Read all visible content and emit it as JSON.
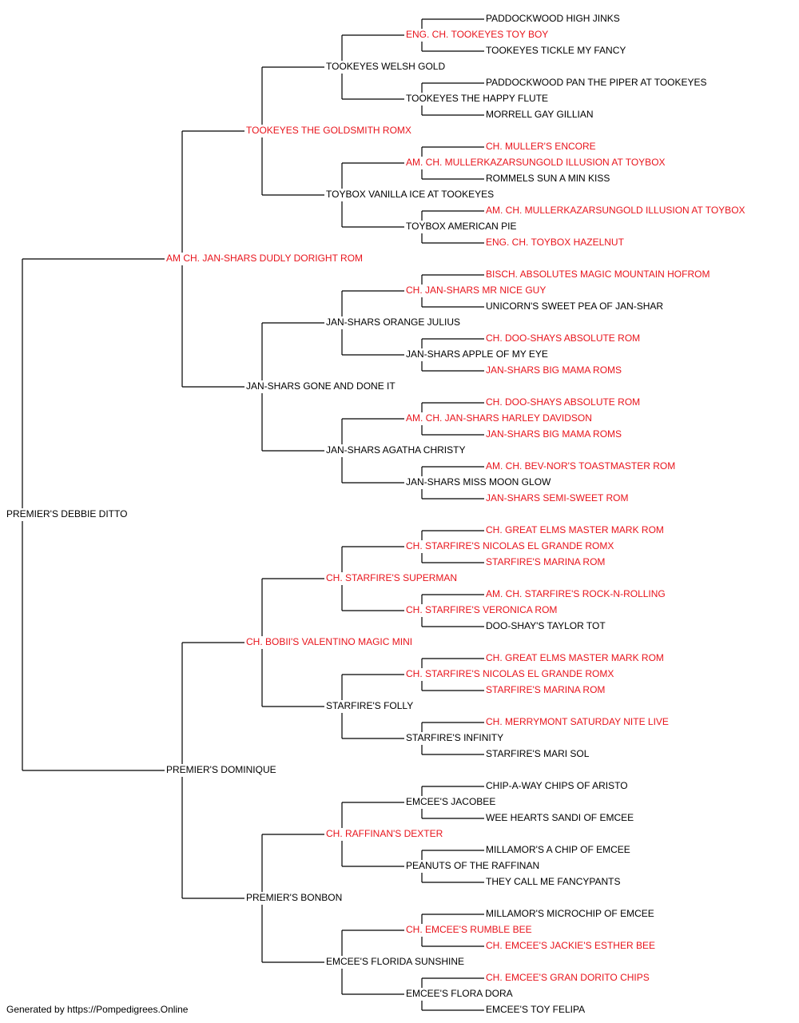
{
  "colors": {
    "champion": "#e8141c",
    "regular": "#000000",
    "line": "#000000"
  },
  "pedigree": {
    "name": "PREMIER'S DEBBIE DITTO",
    "champion": false,
    "sire": {
      "name": "AM CH. JAN-SHARS DUDLY DORIGHT ROM",
      "champion": true,
      "sire": {
        "name": "TOOKEYES THE GOLDSMITH ROMX",
        "champion": true,
        "sire": {
          "name": "TOOKEYES WELSH GOLD",
          "champion": false,
          "sire": {
            "name": "ENG. CH. TOOKEYES TOY BOY",
            "champion": true,
            "sire": {
              "name": "PADDOCKWOOD HIGH JINKS",
              "champion": false
            },
            "dam": {
              "name": "TOOKEYES TICKLE MY FANCY",
              "champion": false
            }
          },
          "dam": {
            "name": "TOOKEYES THE HAPPY FLUTE",
            "champion": false,
            "sire": {
              "name": "PADDOCKWOOD PAN THE PIPER AT TOOKEYES",
              "champion": false
            },
            "dam": {
              "name": "MORRELL GAY GILLIAN",
              "champion": false
            }
          }
        },
        "dam": {
          "name": "TOYBOX VANILLA ICE AT TOOKEYES",
          "champion": false,
          "sire": {
            "name": "AM. CH. MULLERKAZARSUNGOLD ILLUSION AT TOYBOX",
            "champion": true,
            "sire": {
              "name": "CH. MULLER'S ENCORE",
              "champion": true
            },
            "dam": {
              "name": "ROMMELS SUN A MIN KISS",
              "champion": false
            }
          },
          "dam": {
            "name": "TOYBOX AMERICAN PIE",
            "champion": false,
            "sire": {
              "name": "AM. CH. MULLERKAZARSUNGOLD ILLUSION AT TOYBOX",
              "champion": true
            },
            "dam": {
              "name": "ENG. CH. TOYBOX HAZELNUT",
              "champion": true
            }
          }
        }
      },
      "dam": {
        "name": "JAN-SHARS GONE AND DONE IT",
        "champion": false,
        "sire": {
          "name": "JAN-SHARS ORANGE JULIUS",
          "champion": false,
          "sire": {
            "name": "CH. JAN-SHARS MR NICE GUY",
            "champion": true,
            "sire": {
              "name": "BISCH. ABSOLUTES MAGIC MOUNTAIN HOFROM",
              "champion": true
            },
            "dam": {
              "name": "UNICORN'S SWEET PEA OF JAN-SHAR",
              "champion": false
            }
          },
          "dam": {
            "name": "JAN-SHARS APPLE OF MY EYE",
            "champion": false,
            "sire": {
              "name": "CH. DOO-SHAYS ABSOLUTE ROM",
              "champion": true
            },
            "dam": {
              "name": "JAN-SHARS BIG MAMA ROMS",
              "champion": true
            }
          }
        },
        "dam": {
          "name": "JAN-SHARS AGATHA CHRISTY",
          "champion": false,
          "sire": {
            "name": "AM. CH. JAN-SHARS HARLEY DAVIDSON",
            "champion": true,
            "sire": {
              "name": "CH. DOO-SHAYS ABSOLUTE ROM",
              "champion": true
            },
            "dam": {
              "name": "JAN-SHARS BIG MAMA ROMS",
              "champion": true
            }
          },
          "dam": {
            "name": "JAN-SHARS MISS MOON GLOW",
            "champion": false,
            "sire": {
              "name": "AM. CH. BEV-NOR'S TOASTMASTER ROM",
              "champion": true
            },
            "dam": {
              "name": "JAN-SHARS SEMI-SWEET ROM",
              "champion": true
            }
          }
        }
      }
    },
    "dam": {
      "name": "PREMIER'S DOMINIQUE",
      "champion": false,
      "sire": {
        "name": "CH. BOBII'S VALENTINO MAGIC MINI",
        "champion": true,
        "sire": {
          "name": "CH. STARFIRE'S SUPERMAN",
          "champion": true,
          "sire": {
            "name": "CH. STARFIRE'S NICOLAS EL GRANDE ROMX",
            "champion": true,
            "sire": {
              "name": "CH. GREAT ELMS MASTER MARK ROM",
              "champion": true
            },
            "dam": {
              "name": "STARFIRE'S MARINA ROM",
              "champion": true
            }
          },
          "dam": {
            "name": "CH. STARFIRE'S VERONICA ROM",
            "champion": true,
            "sire": {
              "name": "AM. CH. STARFIRE'S ROCK-N-ROLLING",
              "champion": true
            },
            "dam": {
              "name": "DOO-SHAY'S TAYLOR TOT",
              "champion": false
            }
          }
        },
        "dam": {
          "name": "STARFIRE'S FOLLY",
          "champion": false,
          "sire": {
            "name": "CH. STARFIRE'S NICOLAS EL GRANDE ROMX",
            "champion": true,
            "sire": {
              "name": "CH. GREAT ELMS MASTER MARK ROM",
              "champion": true
            },
            "dam": {
              "name": "STARFIRE'S MARINA ROM",
              "champion": true
            }
          },
          "dam": {
            "name": "STARFIRE'S INFINITY",
            "champion": false,
            "sire": {
              "name": "CH. MERRYMONT SATURDAY NITE LIVE",
              "champion": true
            },
            "dam": {
              "name": "STARFIRE'S MARI SOL",
              "champion": false
            }
          }
        }
      },
      "dam": {
        "name": "PREMIER'S BONBON",
        "champion": false,
        "sire": {
          "name": "CH. RAFFINAN'S DEXTER",
          "champion": true,
          "sire": {
            "name": "EMCEE'S JACOBEE",
            "champion": false,
            "sire": {
              "name": "CHIP-A-WAY CHIPS OF ARISTO",
              "champion": false
            },
            "dam": {
              "name": "WEE HEARTS SANDI OF EMCEE",
              "champion": false
            }
          },
          "dam": {
            "name": "PEANUTS OF THE RAFFINAN",
            "champion": false,
            "sire": {
              "name": "MILLAMOR'S A CHIP OF EMCEE",
              "champion": false
            },
            "dam": {
              "name": "THEY CALL ME FANCYPANTS",
              "champion": false
            }
          }
        },
        "dam": {
          "name": "EMCEE'S FLORIDA SUNSHINE",
          "champion": false,
          "sire": {
            "name": "CH. EMCEE'S RUMBLE BEE",
            "champion": true,
            "sire": {
              "name": "MILLAMOR'S MICROCHIP OF EMCEE",
              "champion": false
            },
            "dam": {
              "name": "CH. EMCEE'S JACKIE'S ESTHER BEE",
              "champion": true
            }
          },
          "dam": {
            "name": "EMCEE'S FLORA DORA",
            "champion": false,
            "sire": {
              "name": "CH. EMCEE'S GRAN DORITO CHIPS",
              "champion": true
            },
            "dam": {
              "name": "EMCEE'S TOY FELIPA",
              "champion": false
            }
          }
        }
      }
    }
  },
  "footer": "Generated by https://Pompedigrees.Online"
}
